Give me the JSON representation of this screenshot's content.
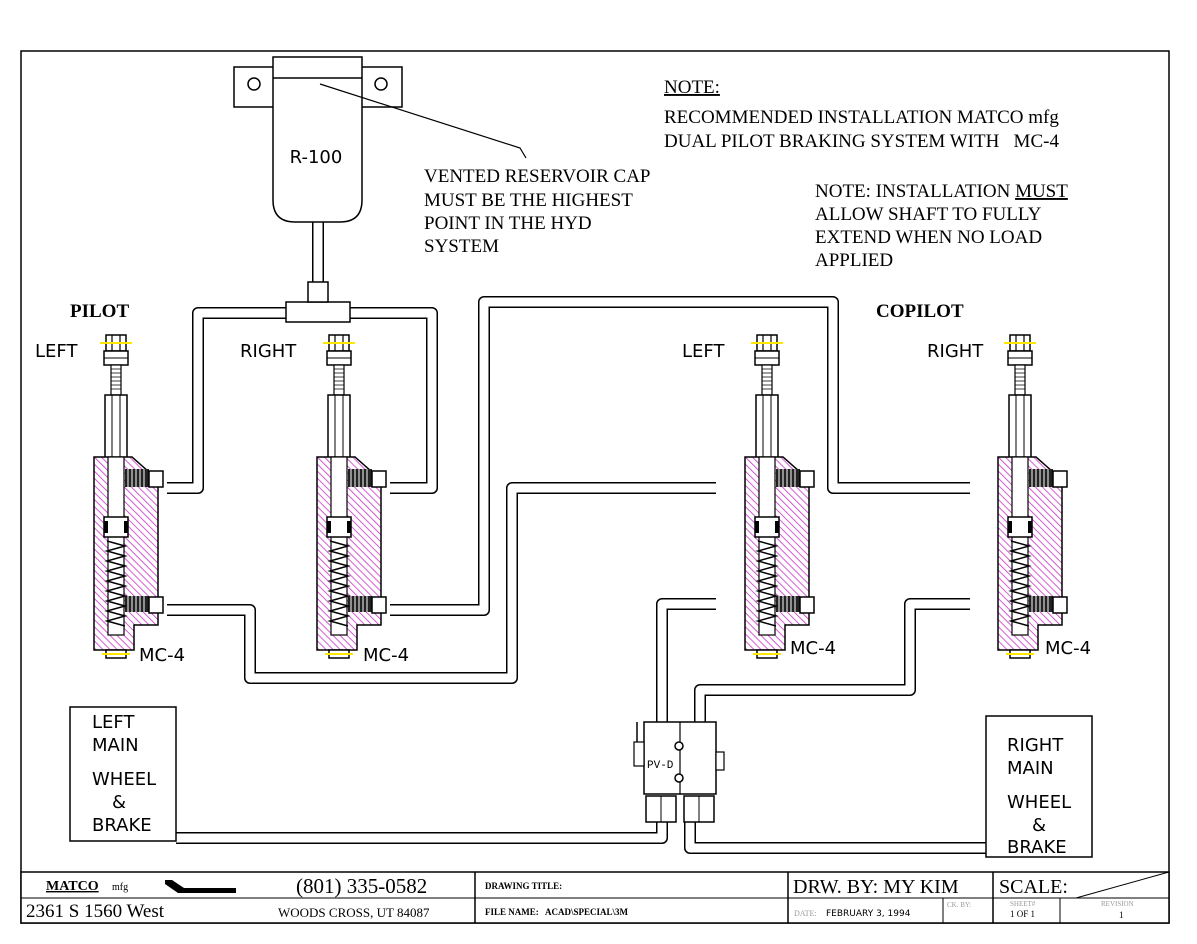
{
  "colors": {
    "ink": "#000000",
    "hatch": "#cc33cc",
    "pin": "#ffff33",
    "background": "#ffffff"
  },
  "notes": {
    "note_heading": "NOTE:",
    "note_line1": "RECOMMENDED INSTALLATION MATCO mfg",
    "note_line2": "DUAL PILOT BRAKING SYSTEM WITH   MC-4",
    "shaft_prefix": "NOTE: INSTALLATION ",
    "shaft_emph": "MUST",
    "shaft_line2": "ALLOW SHAFT TO FULLY",
    "shaft_line3": "EXTEND WHEN NO LOAD",
    "shaft_line4": "APPLIED",
    "vent_line1": "VENTED RESERVOIR CAP",
    "vent_line2": "MUST BE THE HIGHEST",
    "vent_line3": "POINT IN THE HYD",
    "vent_line4": "SYSTEM"
  },
  "reservoir": {
    "label": "R-100"
  },
  "groups": {
    "pilot": "PILOT",
    "copilot": "COPILOT"
  },
  "cylinders": {
    "pilot_left": {
      "side_label": "LEFT",
      "model": "MC-4"
    },
    "pilot_right": {
      "side_label": "RIGHT",
      "model": "MC-4"
    },
    "copilot_left": {
      "side_label": "LEFT",
      "model": "MC-4"
    },
    "copilot_right": {
      "side_label": "RIGHT",
      "model": "MC-4"
    }
  },
  "valve": {
    "label": "PV-D"
  },
  "brakes": {
    "left": {
      "line1": "LEFT",
      "line2": "MAIN",
      "line3": "WHEEL",
      "line4": "&",
      "line5": "BRAKE"
    },
    "right": {
      "line1": "RIGHT",
      "line2": "MAIN",
      "line3": "WHEEL",
      "line4": "&",
      "line5": "BRAKE"
    }
  },
  "title_block": {
    "company": "MATCO",
    "company_suffix": "mfg",
    "phone": "(801) 335-0582",
    "address": "2361 S 1560 West",
    "city": "WOODS CROSS, UT 84087",
    "drawing_title_label": "DRAWING TITLE:",
    "file_name_label": "FILE NAME:",
    "file_name": "ACAD\\SPECIAL\\3M",
    "drawn_by": "DRW. BY: MY KIM",
    "scale_label": "SCALE:",
    "date_label": "DATE:",
    "date": "FEBRUARY 3, 1994",
    "checked_label": "CK. BY:",
    "sheet_label": "SHEET#",
    "sheet": "1 OF 1",
    "revision_label": "REVISION",
    "revision": "1"
  }
}
